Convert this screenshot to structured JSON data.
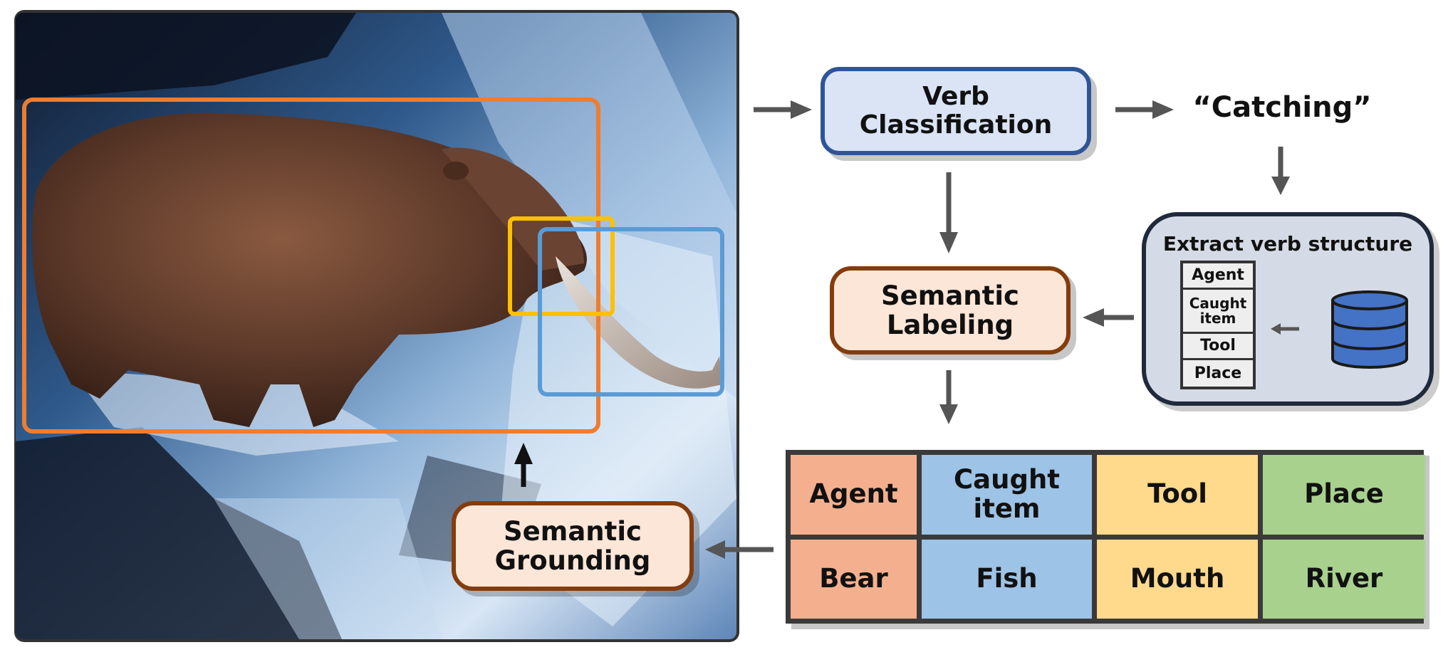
{
  "pipeline": {
    "verb_box": "Verb\nClassification",
    "catching_label": "“Catching”",
    "labeling_box": "Semantic\nLabeling",
    "grounding_box": "Semantic\nGrounding"
  },
  "extract_panel": {
    "title": "Extract verb structure",
    "roles": [
      "Agent",
      "Caught\nitem",
      "Tool",
      "Place"
    ],
    "icon": "database-icon"
  },
  "frame_table": {
    "roles": [
      "Agent",
      "Caught\nitem",
      "Tool",
      "Place"
    ],
    "values": [
      "Bear",
      "Fish",
      "Mouth",
      "River"
    ]
  },
  "photo": {
    "subject": "bear catching fish in waterfall",
    "bbox_colors": {
      "agent": "#ed7d31",
      "tool": "#ffc000",
      "caught_item": "#5b9bd5"
    }
  },
  "colors": {
    "arrow": "#555555",
    "verb_border": "#2f5597",
    "verb_fill": "#dae4f5",
    "semantic_border": "#843c0c",
    "semantic_fill": "#fbe6d8",
    "agent_cell": "#f4b08e",
    "item_cell": "#9dc3e6",
    "tool_cell": "#ffd98c",
    "place_cell": "#a9d18e"
  }
}
